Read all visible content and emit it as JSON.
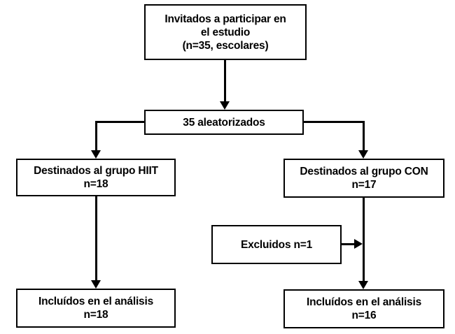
{
  "colors": {
    "background": "#ffffff",
    "box_border": "#000000",
    "box_fill": "#ffffff",
    "text": "#000000",
    "connector": "#000000"
  },
  "nodes": {
    "invited": {
      "lines": [
        "Invitados a participar en",
        "el estudio",
        "(n=35, escolares)"
      ]
    },
    "randomized": {
      "lines": [
        "35 aleatorizados"
      ]
    },
    "group_hiit": {
      "lines": [
        "Destinados al grupo HIIT",
        "n=18"
      ]
    },
    "group_con": {
      "lines": [
        "Destinados al grupo CON",
        "n=17"
      ]
    },
    "excluded": {
      "lines": [
        "Excluidos n=1"
      ]
    },
    "analysis_hiit": {
      "lines": [
        "Incluídos en el análisis",
        "n=18"
      ]
    },
    "analysis_con": {
      "lines": [
        "Incluídos en el análisis",
        "n=16"
      ]
    }
  }
}
